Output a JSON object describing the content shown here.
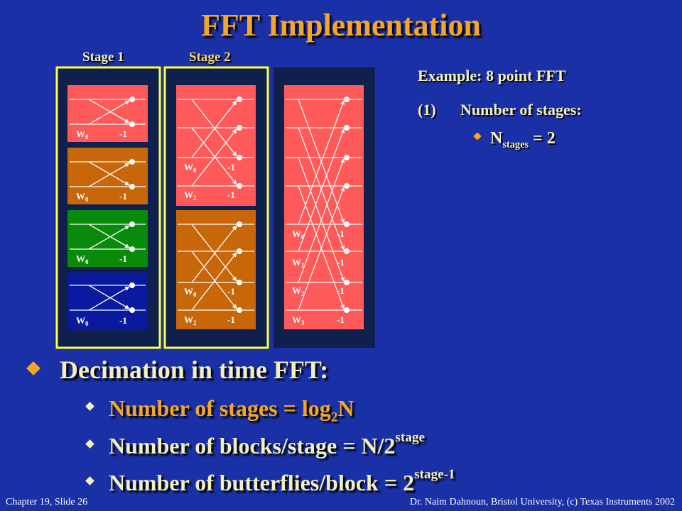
{
  "title": "FFT Implementation",
  "stage_labels": {
    "stage1": "Stage 1",
    "stage2": "Stage 2"
  },
  "stage_label_colors": {
    "stage1": "#f3f0c0",
    "stage2": "#f5d76e"
  },
  "example": {
    "heading": "Example: 8 point FFT",
    "item_num": "(1)",
    "item_text": "Number of stages:",
    "nstages_prefix": "N",
    "nstages_sub": "stages",
    "nstages_suffix": " = 2"
  },
  "diagram": {
    "w0": "0",
    "w1": "1",
    "w2": "2",
    "w3": "3",
    "w_letter": "W",
    "neg_one": "-1",
    "block_colors": [
      "#ff5a5a",
      "#c8660a",
      "#0a8a0a",
      "#0a1a9e"
    ],
    "highlight_color": "#ffff3a",
    "panel_color": "#10204e"
  },
  "main_bullet": "Decimation in time FFT:",
  "sub_bullets": {
    "b1_text": "Number of stages = log",
    "b1_sub": "2",
    "b1_tail": "N",
    "b2_text": "Number of blocks/stage = N/2",
    "b2_sup": "stage",
    "b3_text": "Number of butterflies/block = 2",
    "b3_sup": "stage-1"
  },
  "footer": {
    "left": "Chapter 19, Slide 26",
    "right": "Dr. Naim Dahnoun, Bristol University,  (c) Texas Instruments 2002"
  }
}
